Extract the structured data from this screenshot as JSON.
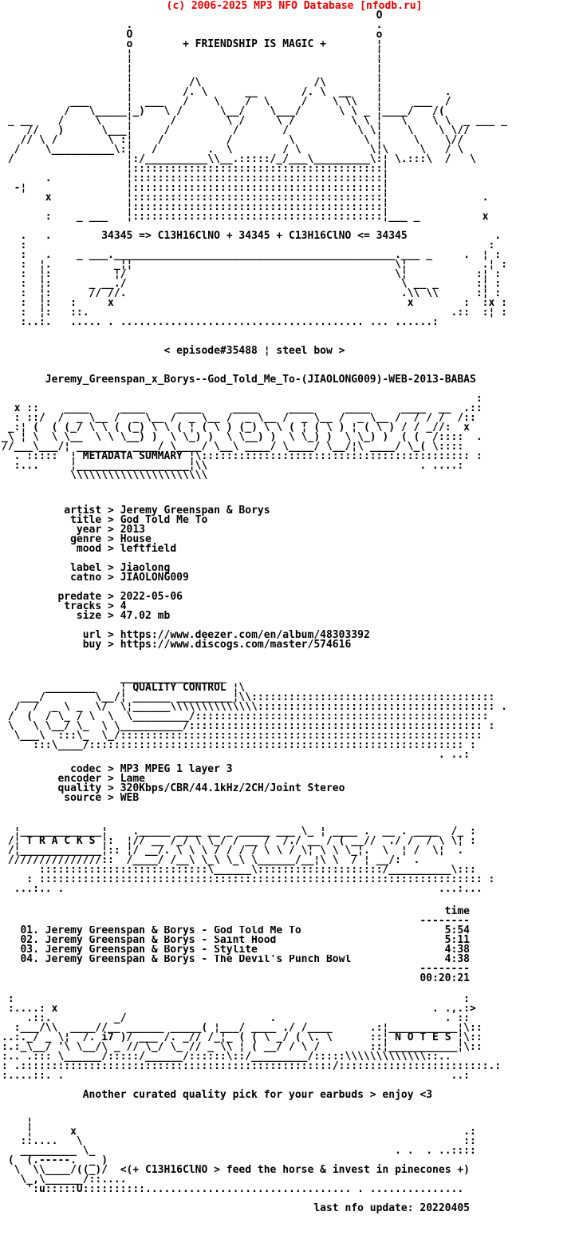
{
  "header": {
    "copyright": "(c) 2006-2025 MP3 NFO Database [nfodb.ru]"
  },
  "colors": {
    "header_red": "#ee0000",
    "text": "#000000",
    "background": "#ffffff"
  },
  "ui": {
    "kv_sep": " > "
  },
  "release": {
    "episode_line": "< episode#35488 ¦ steel bow >",
    "dirname": "Jeremy_Greenspan_x_Borys--God_Told_Me_To-(JIAOLONG009)-WEB-2013-BABAS"
  },
  "metadata": {
    "fields": [
      {
        "label": "artist",
        "value": "Jeremy Greenspan & Borys"
      },
      {
        "label": "title",
        "value": "God Told Me To"
      },
      {
        "label": "year",
        "value": "2013"
      },
      {
        "label": "genre",
        "value": "House"
      },
      {
        "label": "mood",
        "value": "leftfield"
      },
      {
        "label": "label",
        "value": "Jiaolong"
      },
      {
        "label": "catno",
        "value": "JIAOLONG009"
      },
      {
        "label": "predate",
        "value": "2022-05-06"
      },
      {
        "label": "tracks",
        "value": "4"
      },
      {
        "label": "size",
        "value": "47.02 mb"
      },
      {
        "label": "url",
        "value": "https://www.deezer.com/en/album/48303392"
      },
      {
        "label": "buy",
        "value": "https://www.discogs.com/master/574616"
      }
    ]
  },
  "quality": {
    "fields": [
      {
        "label": "codec",
        "value": "MP3 MPEG 1 layer 3"
      },
      {
        "label": "encoder",
        "value": "Lame"
      },
      {
        "label": "quality",
        "value": "320Kbps/CBR/44.1kHz/2CH/Joint Stereo"
      },
      {
        "label": "source",
        "value": "WEB"
      }
    ]
  },
  "tracks": {
    "time_header": "time",
    "separator": "--------",
    "rows": [
      {
        "num": "01.",
        "title": "Jeremy Greenspan & Borys - God Told Me To",
        "time": "5:54"
      },
      {
        "num": "02.",
        "title": "Jeremy Greenspan & Borys - Saint Hood",
        "time": "5:11"
      },
      {
        "num": "03.",
        "title": "Jeremy Greenspan & Borys - Stylite",
        "time": "4:38"
      },
      {
        "num": "04.",
        "title": "Jeremy Greenspan & Borys - The Devil's Punch Bowl",
        "time": "4:38"
      }
    ],
    "total": "00:20:21"
  },
  "notes": {
    "message": "Another curated quality pick for your earbuds > enjoy <3"
  },
  "footer": {
    "last_update": "last nfo update: 20220405"
  },
  "art": {
    "header": [
      "                                                            O",
      "                    .                                       .",
      "                    O                                       o",
      "                    o        + FRIENDSHIP IS MAGIC +        ¦",
      "                    ¦                                       ¦",
      "                    ¦                                       ¦",
      "                    ¦                                       ¦",
      "                    ¦         /\\                  /\\        ¦",
      "                    ¦        /. \\      __       /. \\  __    ¦          .",
      "           ___      ¦  ___   /    \\    /  \\     /    \\ \\\\   ¦     ___  /",
      "          /   \\_____¦_)   \\ /      \\__/    \\___/      \\ \\ _ ¦____/   /(",
      " _ __    /     \\    ¦      /        \\ /     \\ /         \\ \\ ¦   \\    \\ \\  _ ___ _",
      "    //   )      \\___¦     /          /       /           \\ \\¦    \\    \\ \\//",
      "   // \\ /        \\ :¦    /          /         \\           \\ ¦     \\    \\//",
      "  /    \\__________\\:¦   /        .  \\        / \\           \\¦\\     \\   / \\",
      " /                  ¦:/__________\\\\__.:::::/_/___\\_________\\:¦ \\.:::\\  /   \\",
      "                    ¦::::::::::::::::::::::::::::::::::::::::¦",
      "       .            ¦::::::::::::::::::::::::::::::::::::::::¦",
      "  -¦                ¦::::::::::::::::::::::::::::::::::::::::¦",
      "       x            ¦::::::::::::::::::::::::::::::::::::::::¦               .",
      "                    ¦::::::::::::::::::::::::::::::::::::::::¦",
      "       :    _ ___   ¦::::::::::::::::::::::::::::::::::::::::¦___ _          x",
      "",
      "   .   .        34345 => C13H16ClNO + 34345 + C13H16ClNO <= 34345              .",
      "   :                                                                          :",
      "   :   .    _ ___._____________________________________________.___ _     .  ¦ :",
      "   :  ¦.          _¦¦                                          \\¦            .¦ :",
      "   :  ¦:          ¦/                                           \\¦           :¦ :",
      "   :  ¦:      _ __./                                            \\ __ _      :¦ :",
      "   :  ¦:      // //.                                            .\\\\ \\\\      :¦ :",
      "   :  ¦:   :     x                                               x        :  :x :",
      "   :  ¦:   ::.                                                          .::  :¦ :",
      "   :..:.   ..... . ....................................... ... ......:"
    ],
    "metadata_logo": [
      "                                                                            :",
      "  x ::    ____     ____     ____     ____     ____     ____     ____  __  .::",
      "  : ::/  /  _ \\__ /  _ \\__ /  _ \\__ /  _ \\__ /  _ \\__ /  _ \\__ /  / / /  /::",
      " _:¦ (  ( (_/ \\ \\ ( (_) \\ \\ ( ¦ ( \\ ) (_) \\ \\ ( ¦ ( \\ ) ¦ ( \\ ) / / _//:  x",
      "_\\ ¦ \\  \\ \\__  \\ \\ \\__) )  \\ \\_) )  \\ \\__) )  \\ \\_) )  \\ \\_) )  ( (  /::::  .",
      "//___\\___/¦ ________ ____/ \\____/ \\__\\ ____/ \\____/ \\__/¦\\ ____/ \\_( \\::::",
      "  . :::::  ¦ METADATA SUMMARY ¦\\::::::::::::::::::::::::::::::::::::::::::: :",
      "  :...     ¦__________________¦\\\\                                  . ....:",
      "           \\\\\\\\\\\\\\\\\\\\\\\\\\\\\\\\\\\\\\\\\\\\"
    ],
    "quality_logo": [
      "                   _________________",
      "       ________    ¦ QUALITY CONTROL ¦\\",
      "   ___/        \\__/¦ ______ _________¦\\\\:::::::::::::::::::::::::::::::::::::::",
      "  /  /  _ \\ _  \\/  \\¦______\\\\\\\\\\\\\\\\\\\\\\\\\\\\:::::::::::::::::::::::::::::::::::::: .",
      " /  (  / \\_ / \\  \\  \\_________/:::::::::::::::::::::::::::::::::::::::::::::::",
      " \\   \\ \\__/ \\_  \\ \\__________/::::::::::::::::::::::::::::::::::::::::::::::: :",
      "  \\___\\  :::\\_  \\_/::::::::::::::::::::::::::::::::::::::::::::::::::::::::::",
      "     :::\\____/:::::::::::::::::::::::::::::::::::::::::::::::::::::::::::: :",
      "                                                                      . ..:"
    ],
    "tracks_logo": [
      "  ¦_____________¦    ._____ ____ __ _ _____ ___ \\_ ¦ ____ .  __ . ____  /_ :",
      " /¦ T R A C K S ¦:  ¦// __ /_/ \\ \\_/ / __ /  /./ __ / ( __//  ./ /  / \\ \\¦ :",
      " /¦_____________¦:: ¦/ __/. \\ \\ \\ / / / / \\ \\ / \\¦ \\ \\ \\_¦.  \\  ¦ /  \\¦  .",
      " ///////////////::  /____/ /__\\ \\_\\ \\_\\ \\______/__¦\\ \\  / ¦ __/:  .",
      "      :::::::::::::::::::::::::::\\______\\::::::::::::::::::::/__________\\:::",
      "    : ::::::::::::::::::::::::::::::::::::::::::::::::::::::::::::::::::::::: :",
      "  ...:.. .                                                            ...:..."
    ],
    "notes_logo": [
      " :                                                                        :",
      " :....: x                                                            . .,.:>",
      "    .::.          _/                       .                           . ::",
      "  :___/\\\\  ____//__ ______ _____( ¦___/ ____ ./ /____      .:¦___________¦\\::",
      "..:._/ _ \\¦  /. i7 )/ ___ /. _// /_¦_ ( ( \\ _/ ( \\. \\      ::¦ N O T E S ¦\\::",
      ":.:_\\__/ '\\ \\__/\\ _ // \\_/ \\_ // _ \\\\ ¦ ( __/ / \\ /        ::¦___________¦\\::",
      ":.. .::: \\______/:::::/______/::::::\\::/_________/:::::\\\\\\\\\\\\\\\\\\\\\\\\\\::..",
      ": .::::::::::::::::::::::::::::::::::::::::::::::::::/::::::::::::::::::::::::.:",
      ":....::. .                                                              ..:"
    ],
    "horse": [
      "    ¦",
      "    ¦      x                                                              .:",
      "   ::....   \\                                                             ::",
      "   _________ \\_                                                . .  . ..::::",
      " (  (.-----.  _ )",
      "  \\  \\\\____/((_)/  <(+ C13H16ClNO > feed the horse & invest in pinecones +)",
      "   \\_,\\______/::....",
      "    ':u:::::U::::::::::................................. . ..............."
    ]
  }
}
